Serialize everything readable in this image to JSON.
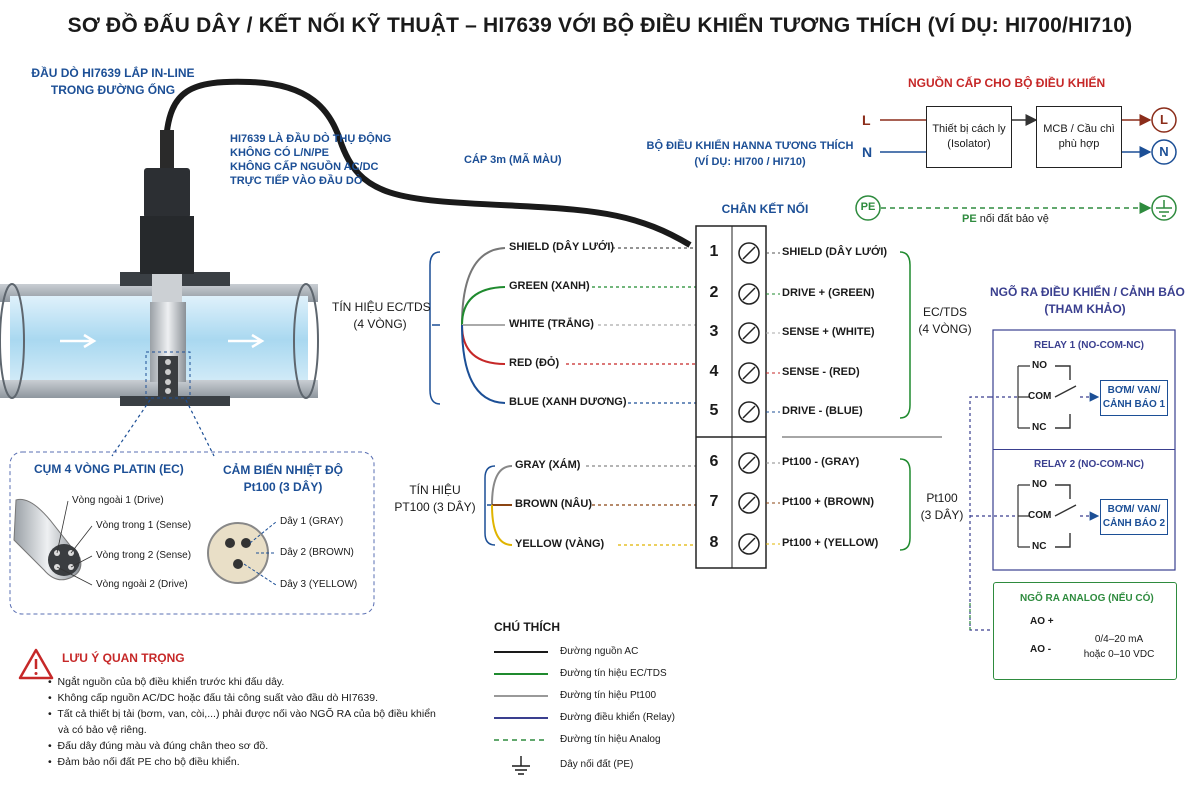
{
  "title": "SƠ ĐỒ ĐẤU DÂY / KẾT NỐI KỸ THUẬT – HI7639 VỚI BỘ ĐIỀU KHIỂN TƯƠNG THÍCH (VÍ DỤ: HI700/HI710)",
  "probe": {
    "label_line1": "ĐẦU DÒ HI7639 LẮP IN-LINE",
    "label_line2": "TRONG ĐƯỜNG ỐNG",
    "note_lines": [
      "HI7639 LÀ ĐẦU DÒ THỤ ĐỘNG",
      "KHÔNG CÓ L/N/PE",
      "KHÔNG CẤP NGUỒN AC/DC",
      "TRỰC TIẾP VÀO ĐẦU DÒ"
    ],
    "cable_label": "CÁP 3m (MÃ MÀU)"
  },
  "controller": {
    "label_line1": "BỘ ĐIỀU KHIỂN HANNA TƯƠNG THÍCH",
    "label_line2": "(VÍ DỤ: HI700 / HI710)",
    "terminal_title": "CHÂN KẾT NỐI",
    "terminals": [
      {
        "num": "1",
        "wire": "SHIELD (DÂY LƯỚI)",
        "func": "SHIELD (DÂY LƯỚI)",
        "color": "#777777"
      },
      {
        "num": "2",
        "wire": "GREEN (XANH)",
        "func": "DRIVE + (GREEN)",
        "color": "#1f8a2e"
      },
      {
        "num": "3",
        "wire": "WHITE (TRẮNG)",
        "func": "SENSE + (WHITE)",
        "color": "#aaaaaa"
      },
      {
        "num": "4",
        "wire": "RED (ĐỎ)",
        "func": "SENSE - (RED)",
        "color": "#c62828"
      },
      {
        "num": "5",
        "wire": "BLUE (XANH DƯƠNG)",
        "func": "DRIVE - (BLUE)",
        "color": "#1c4f96"
      },
      {
        "num": "6",
        "wire": "GRAY (XÁM)",
        "func": "Pt100 - (GRAY)",
        "color": "#888888"
      },
      {
        "num": "7",
        "wire": "BROWN (NÂU)",
        "func": "Pt100 + (BROWN)",
        "color": "#8b4513"
      },
      {
        "num": "8",
        "wire": "YELLOW (VÀNG)",
        "func": "Pt100 + (YELLOW)",
        "color": "#e0b400"
      }
    ],
    "group_ec_left": [
      "TÍN HIỆU EC/TDS",
      "(4 VÒNG)"
    ],
    "group_pt_left": [
      "TÍN HIỆU",
      "PT100 (3 DÂY)"
    ],
    "group_ec_right": [
      "EC/TDS",
      "(4 VÒNG)"
    ],
    "group_pt_right": [
      "Pt100",
      "(3 DÂY)"
    ]
  },
  "power": {
    "title": "NGUỒN CẤP CHO BỘ ĐIỀU KHIỂN",
    "L": "L",
    "N": "N",
    "PE": "PE",
    "isolator": [
      "Thiết bị cách ly",
      "(Isolator)"
    ],
    "mcb": [
      "MCB / Cầu chì",
      "phù hợp"
    ],
    "pe_note_prefix": "PE",
    "pe_note": " nối đất bảo vệ"
  },
  "outputs": {
    "title_line1": "NGÕ RA ĐIỀU KHIỂN / CẢNH BÁO",
    "title_line2": "(THAM KHẢO)",
    "relay1": {
      "title": "RELAY 1 (NO-COM-NC)",
      "load": [
        "BƠM/ VAN/",
        "CẢNH BÁO 1"
      ]
    },
    "relay2": {
      "title": "RELAY 2 (NO-COM-NC)",
      "load": [
        "BƠM/ VAN/",
        "CẢNH BÁO 2"
      ]
    },
    "contacts": [
      "NO",
      "COM",
      "NC"
    ],
    "analog": {
      "title": "NGÕ RA ANALOG (NẾU CÓ)",
      "ao_plus": "AO +",
      "ao_minus": "AO -",
      "range1": "0/4–20 mA",
      "range2": "hoặc 0–10 VDC"
    }
  },
  "sensor_detail": {
    "ring_title": "CỤM 4 VÒNG PLATIN (EC)",
    "rings": [
      "Vòng ngoài 1 (Drive)",
      "Vòng trong 1 (Sense)",
      "Vòng trong 2 (Sense)",
      "Vòng ngoài 2 (Drive)"
    ],
    "temp_title_line1": "CẢM BIẾN NHIỆT ĐỘ",
    "temp_title_line2": "Pt100 (3 DÂY)",
    "temp_wires": [
      "Dây 1 (GRAY)",
      "Dây 2 (BROWN)",
      "Dây 3 (YELLOW)"
    ]
  },
  "warning": {
    "title": "LƯU Ý QUAN TRỌNG",
    "items": [
      "Ngắt nguồn của bộ điều khiển trước khi đấu dây.",
      "Không cấp nguồn AC/DC hoặc đấu tải công suất vào đầu dò HI7639.",
      "Tất cả thiết bị tải (bơm, van, còi,...) phải được nối vào NGÕ RA của bộ điều khiển",
      "và có bảo vệ riêng.",
      "Đấu dây đúng màu và đúng chân theo sơ đồ.",
      "Đảm bảo nối đất PE cho bộ điều khiển."
    ]
  },
  "legend": {
    "title": "CHÚ THÍCH",
    "items": [
      "Đường nguồn AC",
      "Đường tín hiệu EC/TDS",
      "Đường tín hiệu Pt100",
      "Đường điều khiển (Relay)",
      "Đường tín hiệu Analog",
      "Dây nối đất (PE)"
    ]
  }
}
